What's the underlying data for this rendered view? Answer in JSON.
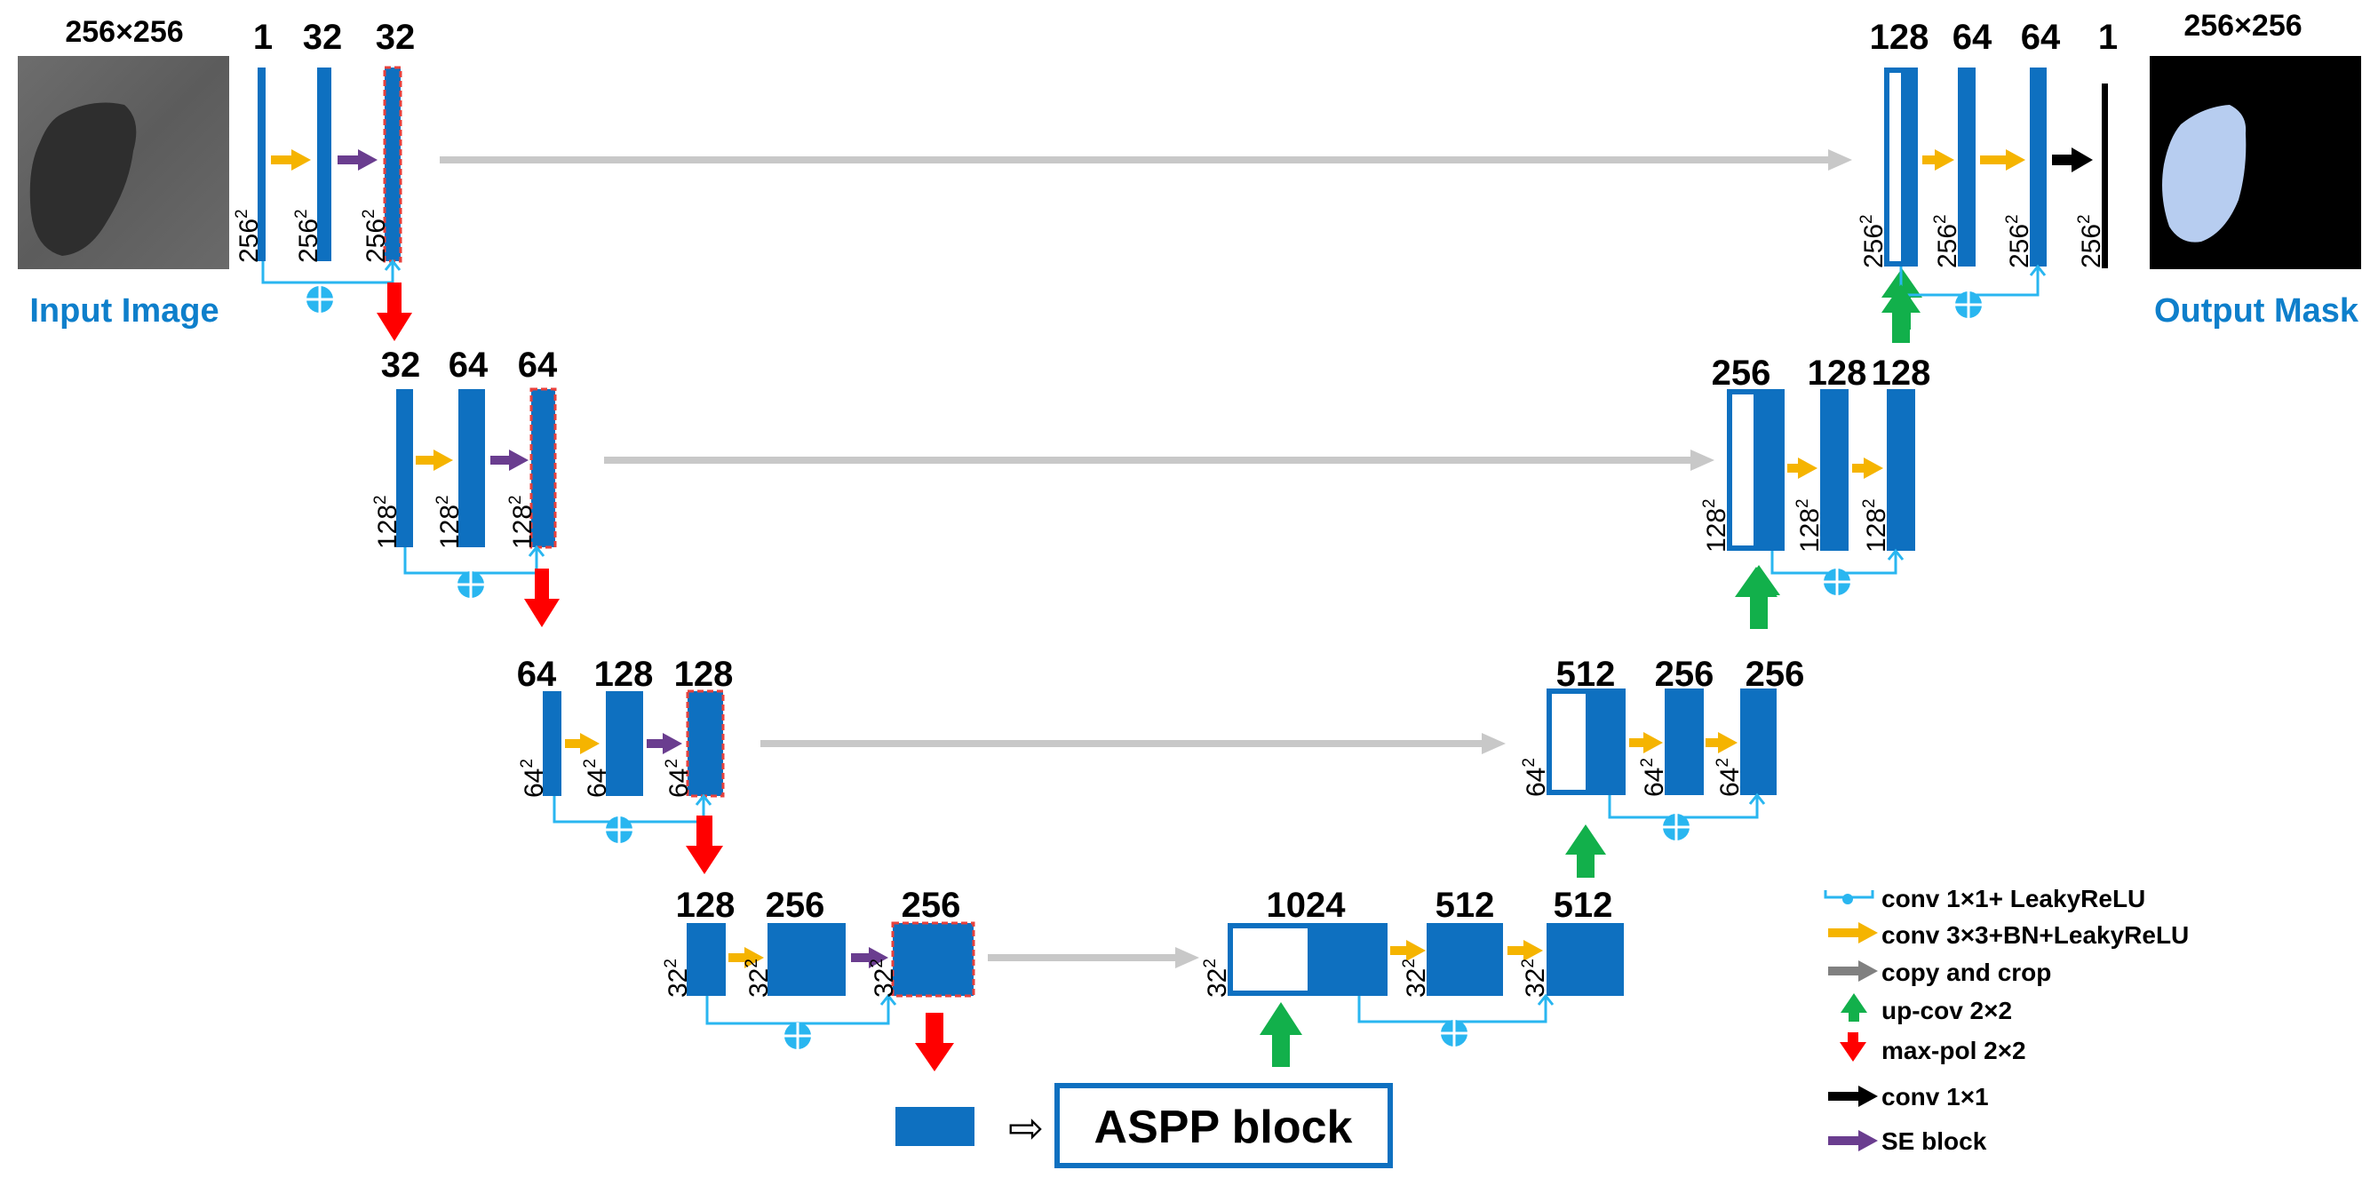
{
  "input": {
    "size": "256×256",
    "caption": "Input Image"
  },
  "output": {
    "size": "256×256",
    "caption": "Output Mask"
  },
  "encoder": {
    "level1": {
      "ch": [
        "1",
        "32",
        "32"
      ],
      "dim": "256"
    },
    "level2": {
      "ch": [
        "32",
        "64",
        "64"
      ],
      "dim": "128"
    },
    "level3": {
      "ch": [
        "64",
        "128",
        "128"
      ],
      "dim": "64"
    },
    "level4": {
      "ch": [
        "128",
        "256",
        "256"
      ],
      "dim": "32"
    }
  },
  "bottleneck": {
    "ch": [
      "1024",
      "512",
      "512"
    ],
    "dim": "32"
  },
  "decoder": {
    "level3": {
      "ch": [
        "512",
        "256",
        "256"
      ],
      "dim": "64"
    },
    "level2": {
      "ch": [
        "256",
        "128",
        "128"
      ],
      "dim": "128"
    },
    "level1": {
      "ch": [
        "128",
        "64",
        "64",
        "1"
      ],
      "dim": "256"
    }
  },
  "dim_exponent": "2",
  "aspp": {
    "label": "ASPP block",
    "arrow_glyph": "⇨"
  },
  "legend": [
    {
      "icon": "conv1x1-leakyrelu-icon",
      "label": "conv 1×1+ LeakyReLU",
      "color": "#29b6f0"
    },
    {
      "icon": "yellow-arrow-icon",
      "label": "conv 3×3+BN+LeakyReLU",
      "color": "#f5b400"
    },
    {
      "icon": "gray-arrow-icon",
      "label": "copy and crop",
      "color": "#808080"
    },
    {
      "icon": "green-arrow-icon",
      "label": "up-cov 2×2",
      "color": "#12b04b"
    },
    {
      "icon": "red-arrow-icon",
      "label": "max-pol 2×2",
      "color": "#ff0000"
    },
    {
      "icon": "black-arrow-icon",
      "label": "conv 1×1",
      "color": "#000000"
    },
    {
      "icon": "purple-arrow-icon",
      "label": "SE block",
      "color": "#6a3d8f"
    }
  ],
  "colors": {
    "block": "#0e70c0",
    "caption": "#0e7fcb",
    "skip": "#29b6f0",
    "copy": "#c8c8c8",
    "dashed": "#e8413c"
  }
}
